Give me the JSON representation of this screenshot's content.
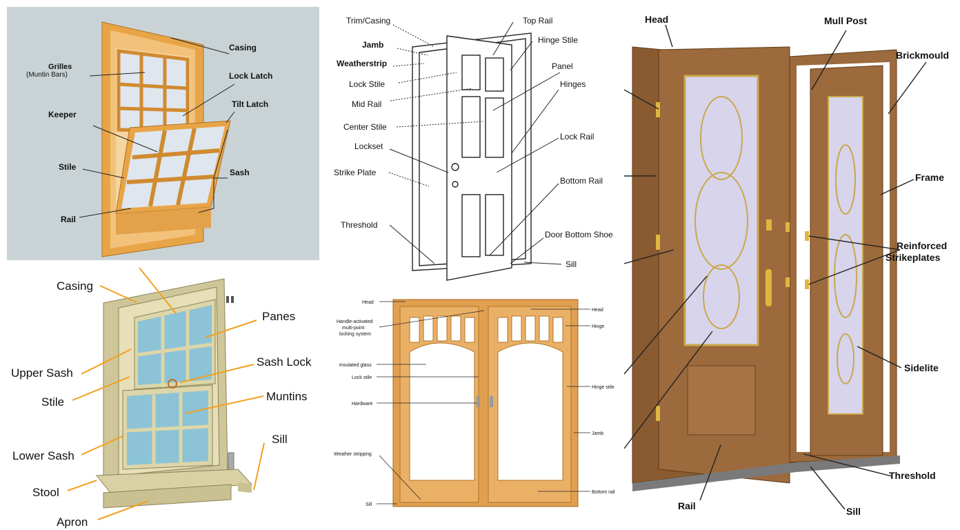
{
  "window_diagram": {
    "labels": {
      "casing": "Casing",
      "grilles": "Grilles",
      "muntin_bars": "(Muntin Bars)",
      "lock_latch": "Lock Latch",
      "tilt_latch": "Tilt Latch",
      "keeper": "Keeper",
      "stile": "Stile",
      "sash": "Sash",
      "rail": "Rail"
    },
    "colors": {
      "background": "#c9d3d6",
      "frame": "#e8a548",
      "glass": "#dfe6ee"
    }
  },
  "door_line_diagram": {
    "labels": {
      "trim_casing": "Trim/Casing",
      "jamb": "Jamb",
      "weatherstrip": "Weatherstrip",
      "lock_stile": "Lock Stile",
      "mid_rail": "Mid Rail",
      "center_stile": "Center Stile",
      "lockset": "Lockset",
      "strike_plate": "Strike Plate",
      "threshold": "Threshold",
      "top_rail": "Top Rail",
      "hinge_stile": "Hinge Stile",
      "panel": "Panel",
      "hinges": "Hinges",
      "lock_rail": "Lock Rail",
      "bottom_rail": "Bottom Rail",
      "door_bottom_shoe": "Door Bottom Shoe",
      "sill": "Sill"
    }
  },
  "sash_window_diagram": {
    "labels": {
      "casing": "Casing",
      "panes": "Panes",
      "upper_sash": "Upper Sash",
      "sash_lock": "Sash Lock",
      "stile": "Stile",
      "muntins": "Muntins",
      "sill": "Sill",
      "lower_sash": "Lower Sash",
      "stool": "Stool",
      "apron": "Apron"
    },
    "colors": {
      "frame": "#cfc79a",
      "glass": "#8cc3d6",
      "arrow": "#f2a020"
    }
  },
  "french_door_diagram": {
    "labels": {
      "head_left": "Head",
      "head_right": "Head",
      "handle_line1": "Handle-activated",
      "handle_line2": "multi-point",
      "handle_line3": "locking system",
      "hinge": "Hinge",
      "insulated_glass": "Insulated glass",
      "lock_stile": "Lock stile",
      "hinge_stile": "Hinge stile",
      "hardware": "Hardware",
      "jamb": "Jamb",
      "weather_stripping": "Weather stripping",
      "bottom_rail": "Bottom rail",
      "sill": "Sill"
    },
    "colors": {
      "wood": "#e0a050"
    }
  },
  "entry_door_diagram": {
    "labels": {
      "head": "Head",
      "mull_post": "Mull Post",
      "brickmould": "Brickmould",
      "frame": "Frame",
      "reinforced": "Reinforced",
      "strikeplates": "Strikeplates",
      "sidelite": "Sidelite",
      "threshold": "Threshold",
      "rail": "Rail",
      "sill": "Sill"
    },
    "colors": {
      "wood": "#9c6a3c",
      "glass": "#d8d4ec"
    }
  }
}
